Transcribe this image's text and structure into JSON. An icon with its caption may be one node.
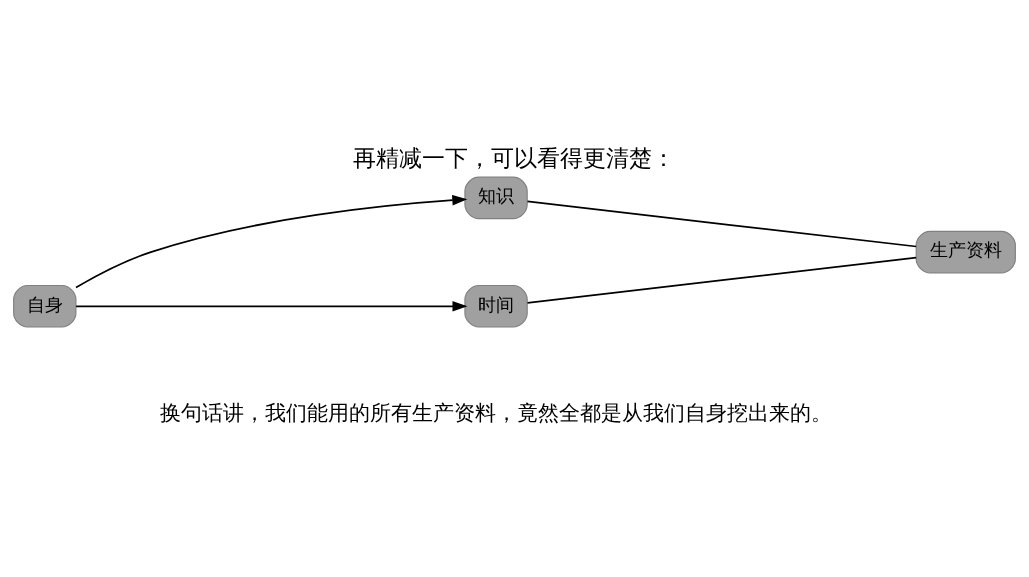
{
  "diagram": {
    "title": "再精减一下，可以看得更清楚：",
    "caption": "换句话讲，我们能用的所有生产资料，竟然全都是从我们自身挖出来的。",
    "nodes": [
      {
        "text": [
          "自身"
        ]
      },
      {
        "text": [
          "知识"
        ]
      },
      {
        "text": [
          "时间"
        ]
      },
      {
        "text": [
          "生产资料"
        ]
      }
    ],
    "edges": [
      {
        "from": 0,
        "to": 1,
        "arrow": "to"
      },
      {
        "from": 0,
        "to": 2,
        "arrow": "to"
      },
      {
        "from": 1,
        "to": 3,
        "arrow": "none"
      },
      {
        "from": 2,
        "to": 3,
        "arrow": "none"
      }
    ]
  }
}
